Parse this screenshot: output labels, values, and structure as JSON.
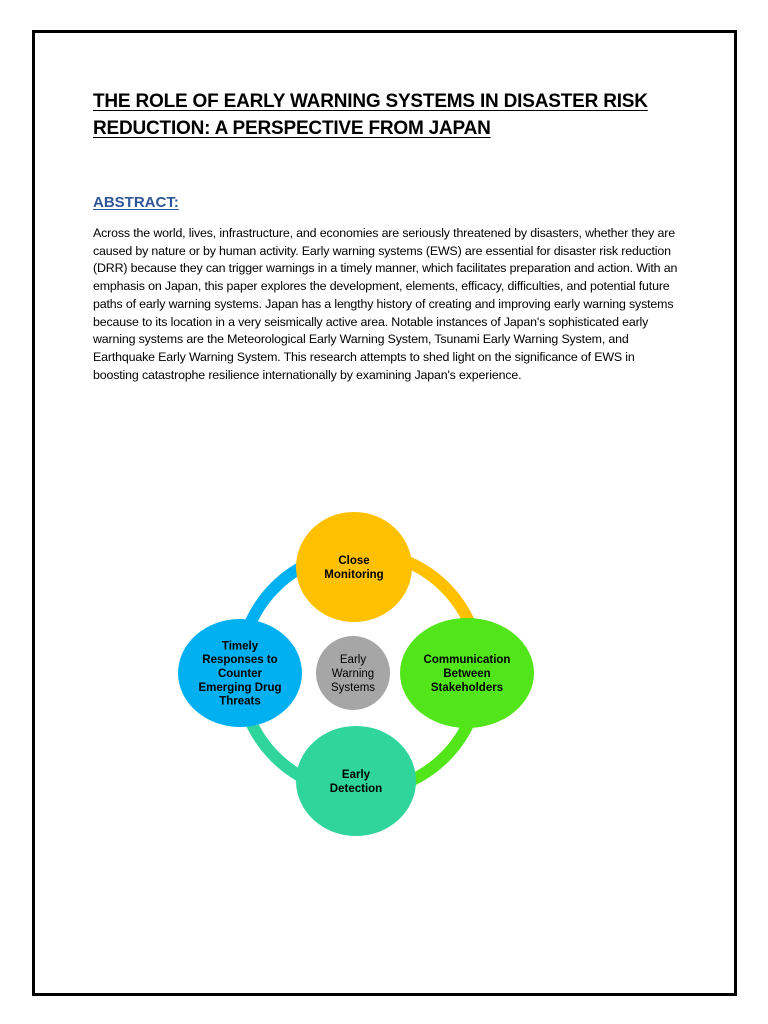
{
  "document": {
    "title_line1": "THE ROLE OF EARLY WARNING SYSTEMS IN DISASTER RISK",
    "title_line2": "REDUCTION: A PERSPECTIVE FROM JAPAN",
    "abstract_heading": "ABSTRACT:",
    "abstract_text": "Across the world, lives, infrastructure, and economies are seriously threatened by disasters, whether they are caused by nature or by human activity. Early warning systems (EWS) are essential for disaster risk reduction (DRR) because they can trigger warnings in a timely manner, which facilitates preparation and action. With an emphasis on Japan, this paper explores the development, elements, efficacy, difficulties, and potential future paths of early warning systems. Japan has a lengthy history of creating and improving early warning systems because to its location in a very seismically active area. Notable instances of Japan's sophisticated early warning systems are the Meteorological Early Warning System, Tsunami Early Warning System, and Earthquake Early Warning System. This research attempts to shed light on the significance of EWS in boosting catastrophe resilience internationally by examining Japan's experience."
  },
  "diagram": {
    "center": {
      "lines": [
        "Early",
        "Warning",
        "Systems"
      ],
      "color": "#a6a6a6"
    },
    "nodes": [
      {
        "lines": [
          "Close",
          "Monitoring"
        ],
        "color": "#ffc000"
      },
      {
        "lines": [
          "Communication",
          "Between",
          "Stakeholders"
        ],
        "color": "#52e51a"
      },
      {
        "lines": [
          "Early",
          "Detection"
        ],
        "color": "#2fd59b"
      },
      {
        "lines": [
          "Timely",
          "Responses to",
          "Counter",
          "Emerging Drug",
          "Threats"
        ],
        "color": "#00b0f0"
      }
    ],
    "arc_colors": [
      "#ffc000",
      "#52e51a",
      "#2fd59b",
      "#00b0f0"
    ]
  }
}
